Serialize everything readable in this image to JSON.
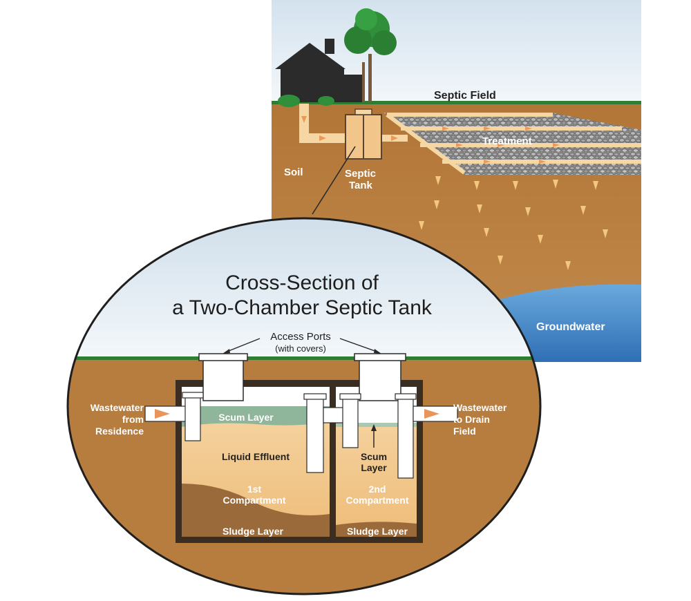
{
  "labels": {
    "septic_field": "Septic Field",
    "treatment": "Treatment",
    "soil": "Soil",
    "septic_tank_line1": "Septic",
    "septic_tank_line2": "Tank",
    "groundwater": "Groundwater",
    "title_line1": "Cross-Section of",
    "title_line2": "a Two-Chamber Septic Tank",
    "access_ports": "Access Ports",
    "access_ports_sub": "(with covers)",
    "wastewater_in_line1": "Wastewater",
    "wastewater_in_line2": "from",
    "wastewater_in_line3": "Residence",
    "wastewater_out_line1": "Wastewater",
    "wastewater_out_line2": "to Drain",
    "wastewater_out_line3": "Field",
    "scum_layer": "Scum Layer",
    "liquid_effluent": "Liquid Effluent",
    "first_compartment_line1": "1st",
    "first_compartment_line2": "Compartment",
    "sludge_layer_1": "Sludge Layer",
    "scum_layer_2_line1": "Scum",
    "scum_layer_2_line2": "Layer",
    "second_compartment_line1": "2nd",
    "second_compartment_line2": "Compartment",
    "sludge_layer_2": "Sludge Layer"
  },
  "colors": {
    "sky": "#dbe6ef",
    "soil": "#b67d3f",
    "grass": "#2e7d32",
    "water": "#3b82c4",
    "liquid": "#f2c68a",
    "scum": "#8fb59a",
    "sludge": "#9a6a3a",
    "tank_wall": "#3a2d22",
    "pipe": "#ffffff",
    "house": "#2b2b2b",
    "tree": "#2f8f3a"
  }
}
